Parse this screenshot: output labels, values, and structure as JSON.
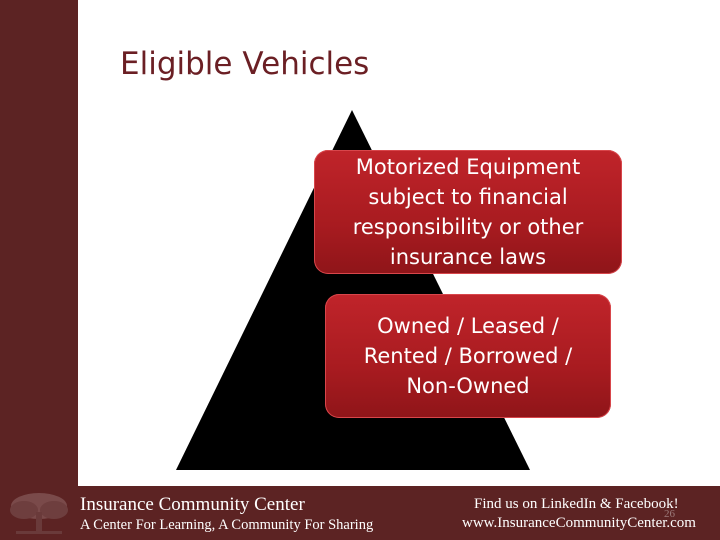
{
  "slide": {
    "title": "Eligible Vehicles"
  },
  "diagram": {
    "box_1_lines": [
      "Motorized Equipment",
      "subject to financial",
      "responsibility or other",
      "insurance laws"
    ],
    "box_2_lines": [
      "Owned / Leased /",
      "Rented / Borrowed /",
      "Non-Owned"
    ]
  },
  "footer": {
    "org_name": "Insurance Community Center",
    "tagline": "A Center For Learning, A Community For Sharing",
    "social": "Find us on LinkedIn & Facebook!",
    "website": "www.InsuranceCommunityCenter.com",
    "page_number": "26"
  },
  "colors": {
    "brand_maroon": "#5c2323",
    "title_red": "#6b1f24",
    "box_red": "#b01f24",
    "pyramid": "#000000"
  },
  "icons": {
    "logo": "tree-icon"
  }
}
